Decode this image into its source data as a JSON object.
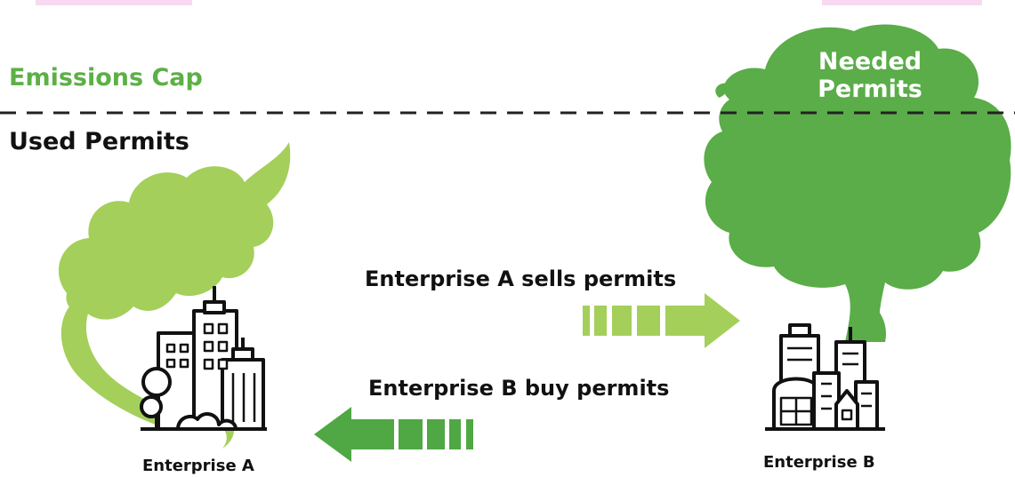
{
  "labels": {
    "emissions_cap": "Emissions Cap",
    "used_permits": "Used Permits",
    "needed_permits_line1": "Needed",
    "needed_permits_line2": "Permits",
    "sells": "Enterprise A sells permits",
    "buys": "Enterprise B buy permits",
    "enterprise_a": "Enterprise A",
    "enterprise_b": "Enterprise B"
  },
  "colors": {
    "cap_text": "#5cb046",
    "cloud_light": "#a4cf5a",
    "cloud_dark": "#5aad48",
    "arrow_light": "#a4cf5a",
    "arrow_dark": "#4fa844",
    "building_stroke": "#111111",
    "cap_line": "#222222"
  },
  "icons": {
    "enterprise_a": "city-buildings-with-trees-icon",
    "enterprise_b": "city-skyscrapers-icon"
  }
}
